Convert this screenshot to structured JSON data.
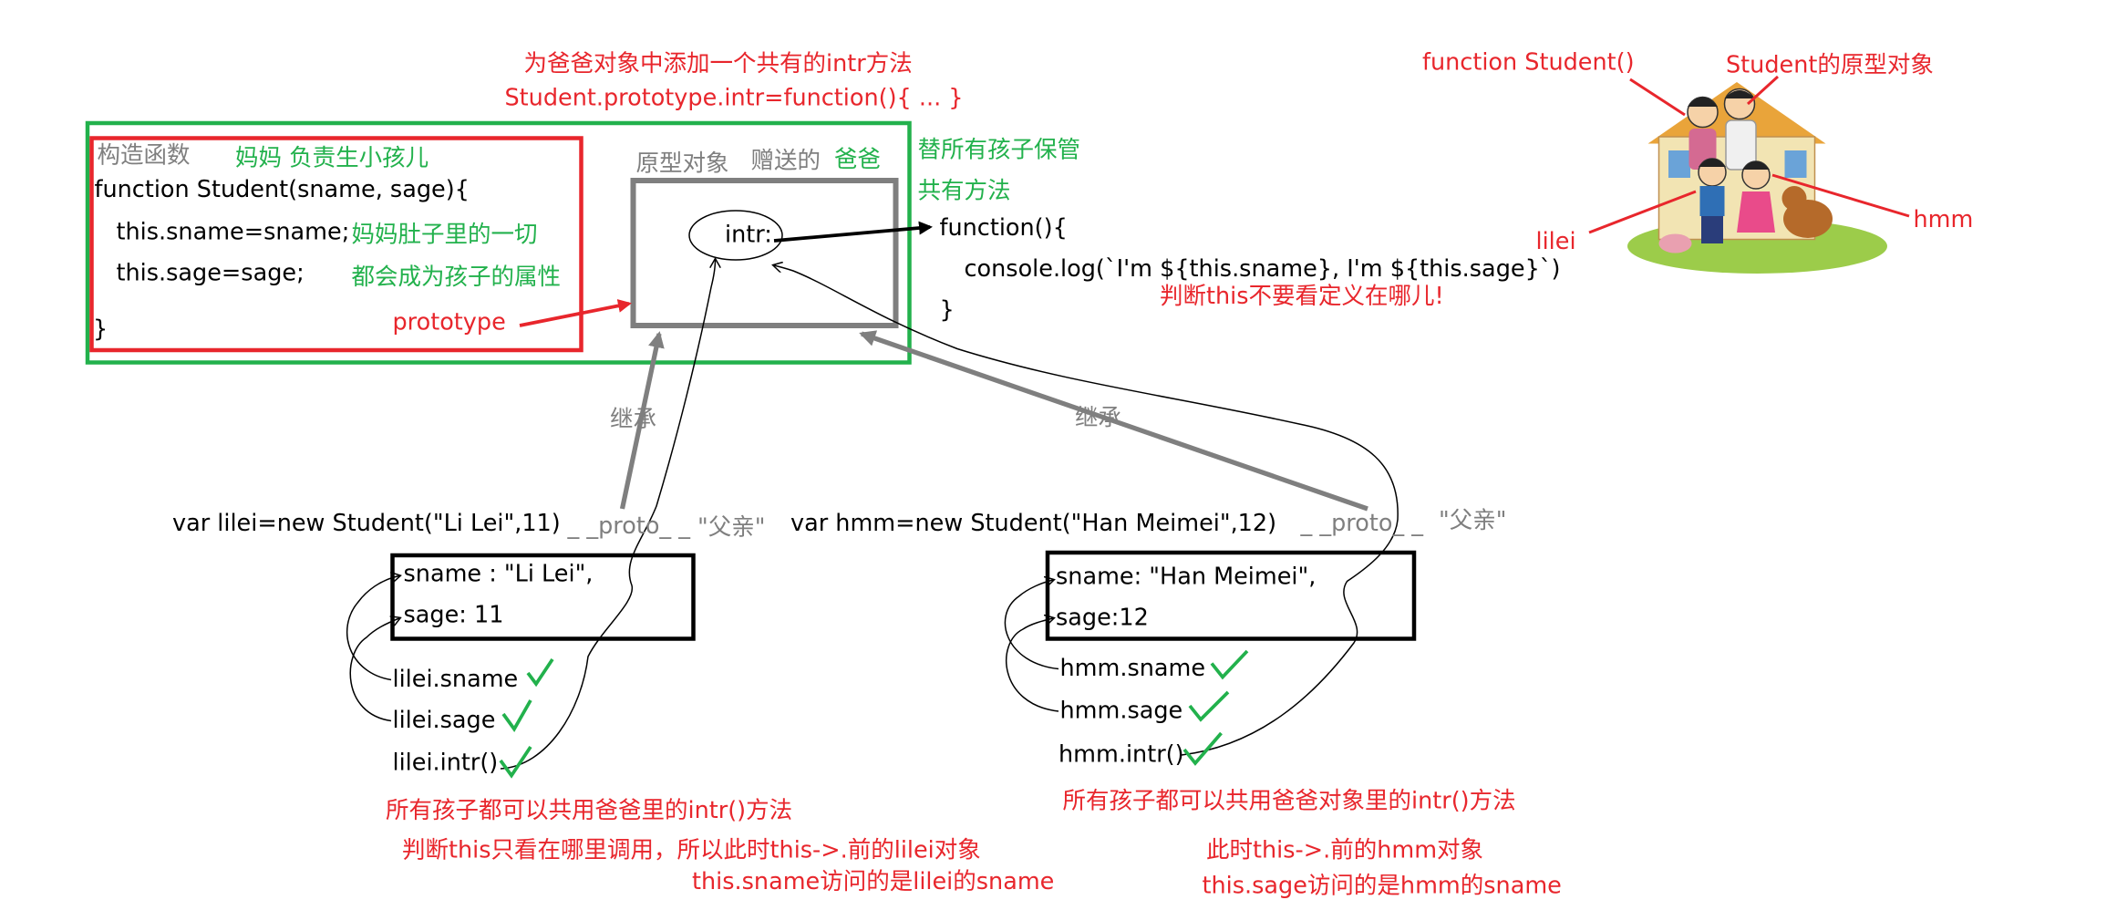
{
  "top_note": {
    "line1": "为爸爸对象中添加一个共有的intr方法",
    "line2": "Student.prototype.intr=function(){ ... }"
  },
  "constructor_box": {
    "label": "构造函数",
    "mom_label": "妈妈 负责生小孩儿",
    "code_line1": "function Student(sname, sage){",
    "code_line2": "this.sname=sname;",
    "code_line3": "this.sage=sage;",
    "code_line4": "}",
    "belly_note1": "妈妈肚子里的一切",
    "belly_note2": "都会成为孩子的属性",
    "prototype_label": "prototype"
  },
  "prototype_box": {
    "label": "原型对象",
    "gift_label": "赠送的",
    "dad_label": "爸爸",
    "intr_label": "intr:"
  },
  "shared_note": {
    "line1": "替所有孩子保管",
    "line2": "共有方法"
  },
  "function_code": {
    "line1": "function(){",
    "line2": "console.log(`I'm ${this.sname}, I'm ${this.sage}`)",
    "line3": "}"
  },
  "this_note": "判断this不要看定义在哪儿!",
  "picture_labels": {
    "student_fn": "function Student()",
    "proto_obj": "Student的原型对象",
    "lilei": "lilei",
    "hmm": "hmm"
  },
  "inherit_label_left": "继承",
  "inherit_label_right": "继承",
  "lilei": {
    "decl": "var lilei=new Student(\"Li Lei\",11)",
    "proto_label": "_ _proto_ _",
    "father_label": "\"父亲\"",
    "prop1": "sname : \"Li Lei\",",
    "prop2": "sage: 11",
    "access1": "lilei.sname",
    "access2": "lilei.sage",
    "access3": "lilei.intr()",
    "note1": "所有孩子都可以共用爸爸里的intr()方法",
    "note2": "判断this只看在哪里调用，所以此时this->.前的lilei对象",
    "note3": "this.sname访问的是lilei的sname"
  },
  "hmm": {
    "decl": "var hmm=new Student(\"Han Meimei\",12)",
    "proto_label": "_ _proto_ _",
    "father_label": "\"父亲\"",
    "prop1": "sname: \"Han Meimei\",",
    "prop2": "sage:12",
    "access1": "hmm.sname",
    "access2": "hmm.sage",
    "access3": "hmm.intr()",
    "note1": "所有孩子都可以共用爸爸对象里的intr()方法",
    "note2": "此时this->.前的hmm对象",
    "note3": "this.sage访问的是hmm的sname"
  },
  "colors": {
    "red": "#e8262c",
    "green": "#22b14c",
    "gray": "#7f7f7f",
    "black": "#000000"
  }
}
